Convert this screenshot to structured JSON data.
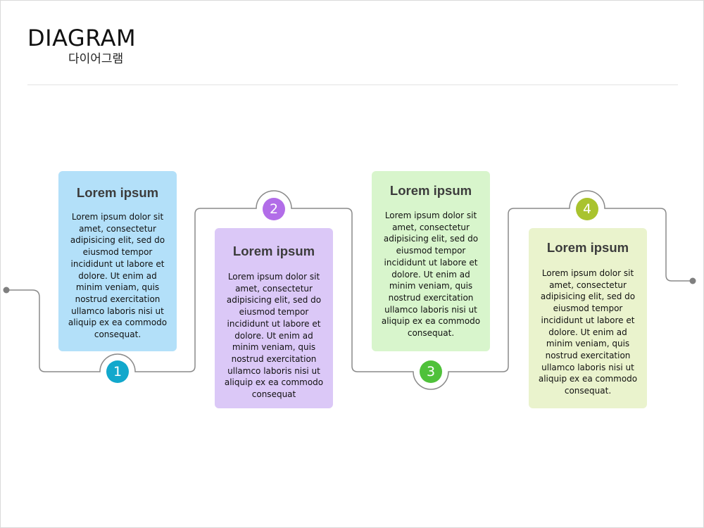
{
  "header": {
    "title": "DIAGRAM",
    "subtitle": "다이어그램"
  },
  "steps": [
    {
      "number": "1",
      "heading": "Lorem ipsum",
      "body": "Lorem ipsum dolor sit amet, consectetur adipisicing elit, sed do eiusmod tempor incididunt ut labore et dolore. Ut enim ad minim veniam, quis nostrud exercitation ullamco laboris nisi ut aliquip ex ea commodo consequat.",
      "card_color": "#b3e0f9",
      "circle_color": "#12a8cc"
    },
    {
      "number": "2",
      "heading": "Lorem ipsum",
      "body": "Lorem ipsum dolor sit amet, consectetur adipisicing elit, sed do eiusmod tempor incididunt ut labore et dolore. Ut enim ad minim veniam, quis nostrud exercitation ullamco laboris nisi ut aliquip ex ea commodo consequat",
      "card_color": "#dbc8f7",
      "circle_color": "#b26de8"
    },
    {
      "number": "3",
      "heading": "Lorem ipsum",
      "body": "Lorem ipsum dolor sit amet, consectetur adipisicing elit, sed do eiusmod tempor incididunt ut labore et dolore. Ut enim ad minim veniam, quis nostrud exercitation ullamco laboris nisi ut aliquip ex ea commodo consequat.",
      "card_color": "#d8f5cc",
      "circle_color": "#4fc13a"
    },
    {
      "number": "4",
      "heading": "Lorem ipsum",
      "body": "Lorem ipsum dolor sit amet, consectetur adipisicing elit, sed do eiusmod tempor incididunt ut labore et dolore. Ut enim ad minim veniam, quis nostrud exercitation ullamco laboris nisi ut aliquip ex ea commodo consequat.",
      "card_color": "#eaf3cd",
      "circle_color": "#a9c32e"
    }
  ],
  "colors": {
    "connector_line": "#8a8a8a",
    "endpoint_dot": "#7f7f7f",
    "rule": "#e3e3e3"
  }
}
